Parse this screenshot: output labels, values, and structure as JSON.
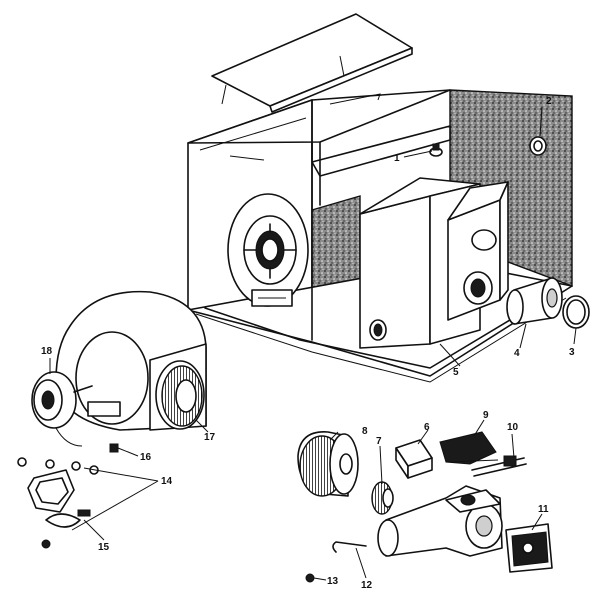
{
  "callouts": [
    {
      "id": "1",
      "label": "1"
    },
    {
      "id": "2",
      "label": "2"
    },
    {
      "id": "3",
      "label": "3"
    },
    {
      "id": "4",
      "label": "4"
    },
    {
      "id": "5",
      "label": "5"
    },
    {
      "id": "6",
      "label": "6"
    },
    {
      "id": "7",
      "label": "7"
    },
    {
      "id": "8",
      "label": "8"
    },
    {
      "id": "9",
      "label": "9"
    },
    {
      "id": "10",
      "label": "10"
    },
    {
      "id": "11",
      "label": "11"
    },
    {
      "id": "12",
      "label": "12"
    },
    {
      "id": "13",
      "label": "13"
    },
    {
      "id": "14",
      "label": "14"
    },
    {
      "id": "15",
      "label": "15"
    },
    {
      "id": "16",
      "label": "16"
    },
    {
      "id": "17",
      "label": "17"
    },
    {
      "id": "18",
      "label": "18"
    }
  ],
  "colors": {
    "ink": "#111111",
    "paper": "#ffffff",
    "insulation": "#6b6b6b"
  }
}
